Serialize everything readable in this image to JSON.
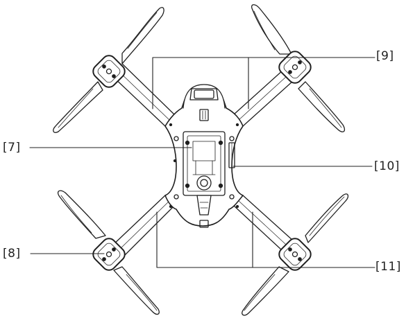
{
  "callouts": {
    "c7": "[7]",
    "c8": "[8]",
    "c9": "[9]",
    "c10": "[10]",
    "c11": "[11]"
  }
}
